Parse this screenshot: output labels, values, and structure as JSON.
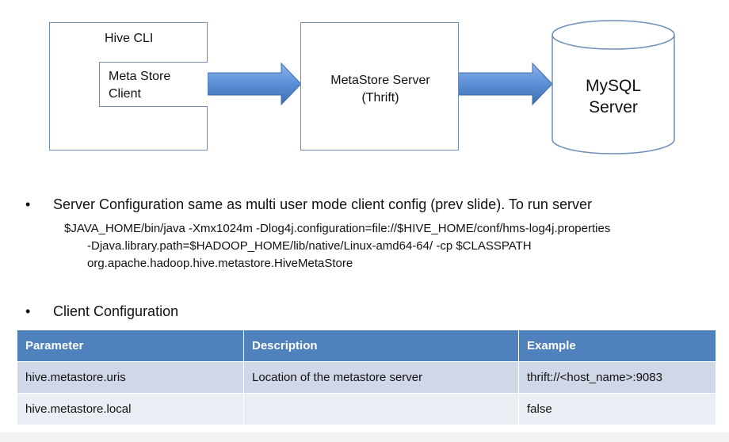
{
  "diagram": {
    "hive_cli_label": "Hive CLI",
    "metastore_client_line1": "Meta Store",
    "metastore_client_line2": "Client",
    "metastore_server_line1": "MetaStore Server",
    "metastore_server_line2": "(Thrift)",
    "mysql_line1": "MySQL",
    "mysql_line2": "Server",
    "colors": {
      "box_border": "#6f8fb8",
      "arrow_fill": "#5b8fd6",
      "arrow_stroke": "#3d6fb0"
    }
  },
  "bullets": {
    "bullet_char": "•",
    "server_config": "Server Configuration same as multi user mode client config (prev slide). To run server",
    "command_lines": [
      "$JAVA_HOME/bin/java -Xmx1024m -Dlog4j.configuration=file://$HIVE_HOME/conf/hms-log4j.properties",
      "-Djava.library.path=$HADOOP_HOME/lib/native/Linux-amd64-64/ -cp $CLASSPATH",
      "org.apache.hadoop.hive.metastore.HiveMetaStore"
    ],
    "client_config": "Client Configuration"
  },
  "table": {
    "headers": [
      "Parameter",
      "Description",
      "Example"
    ],
    "rows": [
      [
        "hive.metastore.uris",
        "Location of the metastore server",
        "thrift://<host_name>:9083"
      ],
      [
        "hive.metastore.local",
        "",
        "false"
      ]
    ],
    "colors": {
      "header_bg": "#4f81bd",
      "row_odd_bg": "#d0d8e8",
      "row_even_bg": "#e9edf4"
    }
  }
}
